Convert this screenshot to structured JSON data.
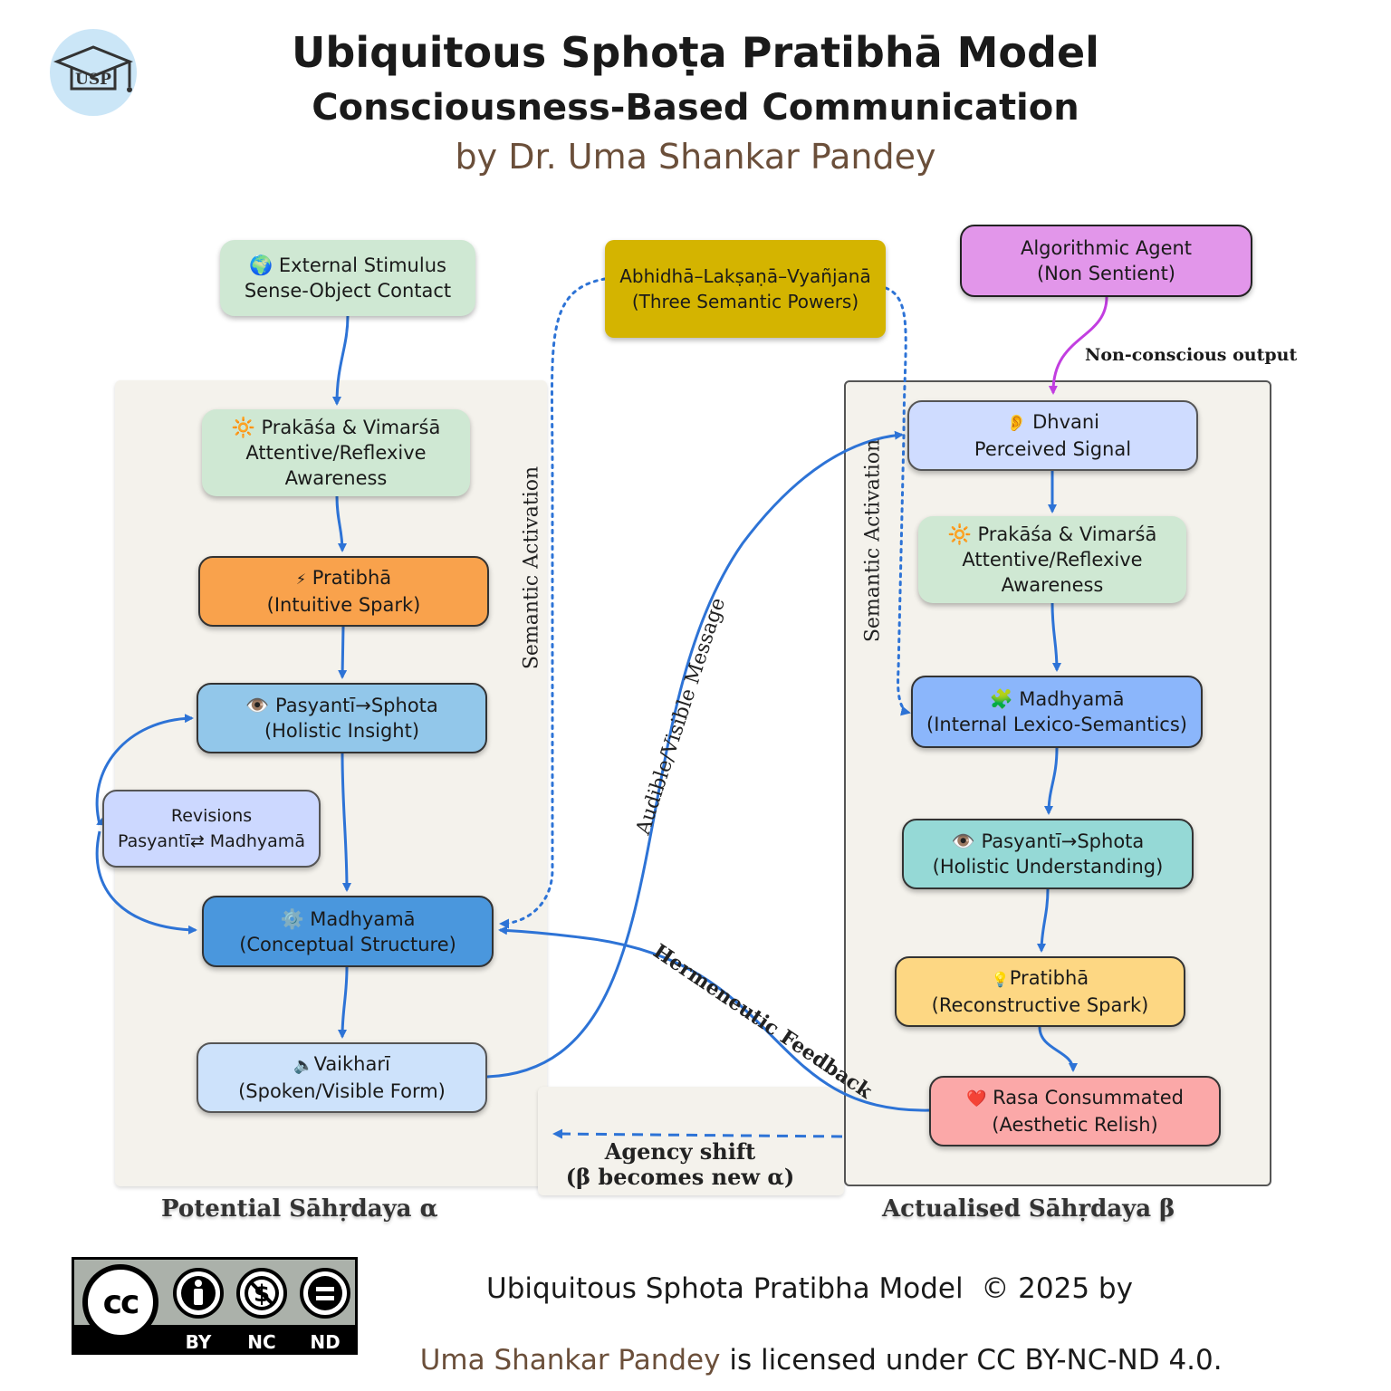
{
  "header": {
    "logo_text": "USP",
    "title": "Ubiquitous Sphoṭa Pratibhā Model",
    "subtitle": "Consciousness-Based Communication",
    "author": "by Dr. Uma Shankar Pandey"
  },
  "colors": {
    "arrow": "#2d73d6",
    "agent_arrow": "#c23ee0",
    "panel": "#f4f2ec",
    "author": "#6b4f3a"
  },
  "nodes": {
    "external_stimulus": {
      "icon": "🌍",
      "line1": "External Stimulus",
      "line2": "Sense-Object Contact"
    },
    "semantic_powers": {
      "line1": "Abhidhā–Lakṣaṇā–Vyañjanā",
      "line2": "(Three Semantic Powers)"
    },
    "algorithmic_agent": {
      "line1": "Algorithmic Agent",
      "line2": "(Non Sentient)"
    },
    "alpha_prakasa": {
      "icon": "🔆",
      "line1": "Prakāśa & Vimarśā",
      "line2": "Attentive/Reflexive",
      "line3": "Awareness"
    },
    "alpha_pratibha": {
      "icon": "⚡",
      "line1": "Pratibhā",
      "line2": "(Intuitive Spark)"
    },
    "alpha_pasyanti": {
      "icon": "👁️",
      "line1": "Pasyantī→Sphota",
      "line2": "(Holistic Insight)"
    },
    "revisions": {
      "line1": "Revisions",
      "line2": "Pasyantī⇄ Madhyamā"
    },
    "alpha_madhyama": {
      "icon": "⚙️",
      "line1": "Madhyamā",
      "line2": "(Conceptual Structure)"
    },
    "vaikhari": {
      "icon": "🔈",
      "line1": "Vaikharī",
      "line2": "(Spoken/Visible Form)"
    },
    "dhvani": {
      "icon": "👂",
      "line1": "Dhvani",
      "line2": "Perceived Signal"
    },
    "beta_prakasa": {
      "icon": "🔆",
      "line1": "Prakāśa & Vimarśā",
      "line2": "Attentive/Reflexive",
      "line3": "Awareness"
    },
    "beta_madhyama": {
      "icon": "🧩",
      "line1": "Madhyamā",
      "line2": "(Internal Lexico-Semantics)"
    },
    "beta_pasyanti": {
      "icon": "👁️",
      "line1": "Pasyantī→Sphota",
      "line2": "(Holistic Understanding)"
    },
    "beta_pratibha": {
      "icon": "💡",
      "line1": "Pratibhā",
      "line2": "(Reconstructive Spark)"
    },
    "rasa": {
      "icon": "❤️",
      "line1": "Rasa Consummated",
      "line2": "(Aesthetic Relish)"
    }
  },
  "edge_labels": {
    "non_conscious": "Non-conscious output",
    "semantic_activation_left": "Semantic Activation",
    "semantic_activation_right": "Semantic Activation",
    "message": "Audible/Visible Message",
    "feedback": "Hermeneutic Feedback",
    "agency_line1": "Agency shift",
    "agency_line2": "(β becomes new α)"
  },
  "panels": {
    "alpha_label": "Potential Sāhṛdaya α",
    "beta_label": "Actualised Sāhṛdaya β"
  },
  "license": {
    "badge_cc": "cc",
    "badge_by": "BY",
    "badge_nc": "NC",
    "badge_nd": "ND",
    "line1": "Ubiquitous Sphota Pratibha Model  © 2025 by",
    "author": "Uma Shankar Pandey",
    "line2_rest": " is licensed under CC BY-NC-ND 4.0."
  }
}
